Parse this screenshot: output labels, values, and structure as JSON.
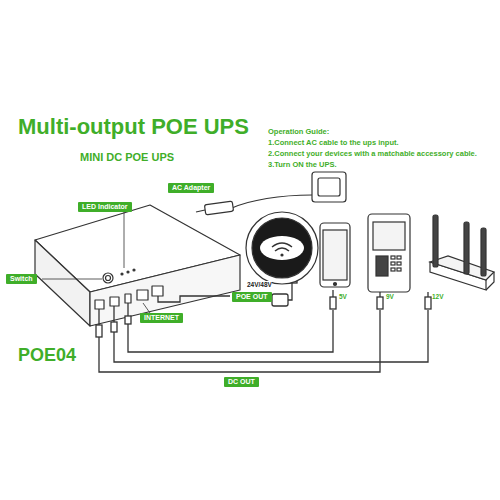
{
  "diagram": {
    "title": "Multi-output POE UPS",
    "nodes": [
      {
        "text": [
          "AC Adapter"
        ]
      },
      {
        "text": [
          "LED Indicator"
        ]
      },
      {
        "text": [
          "Switch"
        ]
      },
      {
        "text": [
          "POE OUT"
        ]
      },
      {
        "text": [
          "INTERNET"
        ]
      },
      {
        "text": [
          "DC OUT"
        ]
      }
    ],
    "labels": [
      "MINI DC POE UPS",
      "Operation Guide:",
      "1.Connect AC cable to the ups input.",
      "2.Connect your devices with a matchable accessory cable.",
      "3.Turn ON the UPS.",
      "24V/48V",
      "5V",
      "9V",
      "12V",
      "POE04"
    ]
  }
}
